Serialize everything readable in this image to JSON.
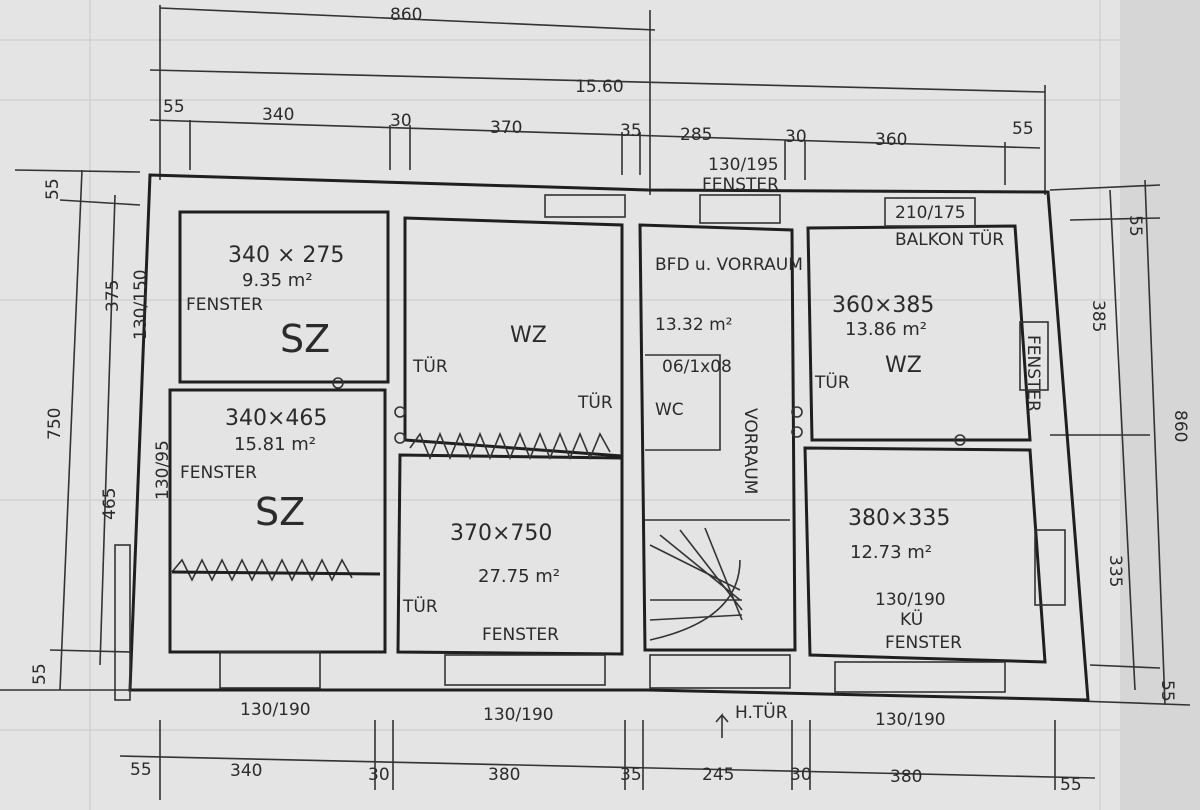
{
  "dimensions": {
    "top_total": "860",
    "top_overall": "15.60",
    "top_segments": [
      "55",
      "340",
      "30",
      "370",
      "35",
      "285",
      "30",
      "360",
      "55"
    ],
    "bottom_segments": [
      "55",
      "340",
      "30",
      "380",
      "35",
      "245",
      "30",
      "380",
      "55"
    ],
    "left_total": "750",
    "left_top": "55",
    "left_bottom": "55",
    "left_upper": "375",
    "left_lower": "465",
    "right_total": "860",
    "right_upper": "385",
    "right_lower": "335",
    "right_top": "55",
    "right_bottom": "55"
  },
  "rooms": {
    "sz1": {
      "size": "340 × 275",
      "area": "9.35 m²",
      "name": "SZ",
      "window": "FENSTER",
      "window_size": "130/150"
    },
    "sz2": {
      "size": "340×465",
      "area": "15.81 m²",
      "name": "SZ",
      "window": "FENSTER",
      "window_size": "130/95"
    },
    "wz_upper": {
      "name": "WZ"
    },
    "wz_lower": {
      "size": "370×750",
      "area": "27.75 m²",
      "window": "FENSTER"
    },
    "bath": {
      "name": "BFD u. VORRAUM",
      "area": "13.32 m²",
      "wc": "WC",
      "wc_size": "06/1x08"
    },
    "hall": {
      "name": "VORRAUM"
    },
    "wz_right": {
      "size": "360×385",
      "area": "13.86 m²",
      "name": "WZ",
      "door": "BALKON TÜR",
      "door_size": "210/175"
    },
    "ku": {
      "size": "380×335",
      "area": "12.73 m²",
      "name": "KÜ",
      "window": "FENSTER",
      "window_size": "130/190"
    }
  },
  "labels": {
    "fenster_top": "FENSTER",
    "fenster_top_size": "130/195",
    "door": "TÜR",
    "main_door": "H.TÜR",
    "right_window": "FENSTER",
    "bottom_window_sizes": [
      "130/190",
      "130/190",
      "130/190"
    ]
  }
}
